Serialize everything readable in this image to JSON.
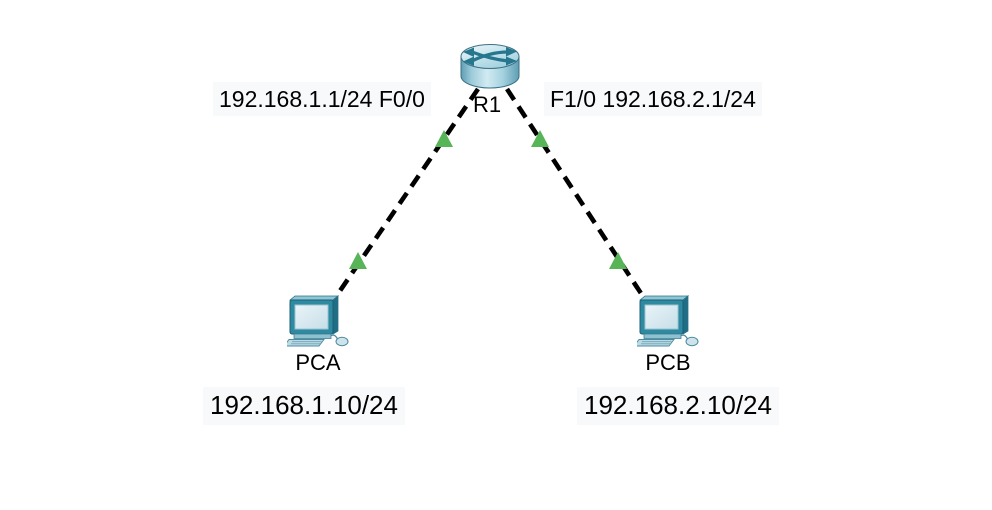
{
  "devices": {
    "router": {
      "label": "R1"
    },
    "pc_left": {
      "label": "PCA",
      "ip_note": "192.168.1.10/24"
    },
    "pc_right": {
      "label": "PCB",
      "ip_note": "192.168.2.10/24"
    }
  },
  "links": {
    "left_label": "192.168.1.1/24 F0/0",
    "right_label": "F1/0 192.168.2.1/24"
  },
  "colors": {
    "background": "#ffffff",
    "link_line": "#000000",
    "status_triangle": "#57b457",
    "status_triangle_edge": "#3f9a3f",
    "device_accent": "#26768e",
    "text": "#000000"
  }
}
